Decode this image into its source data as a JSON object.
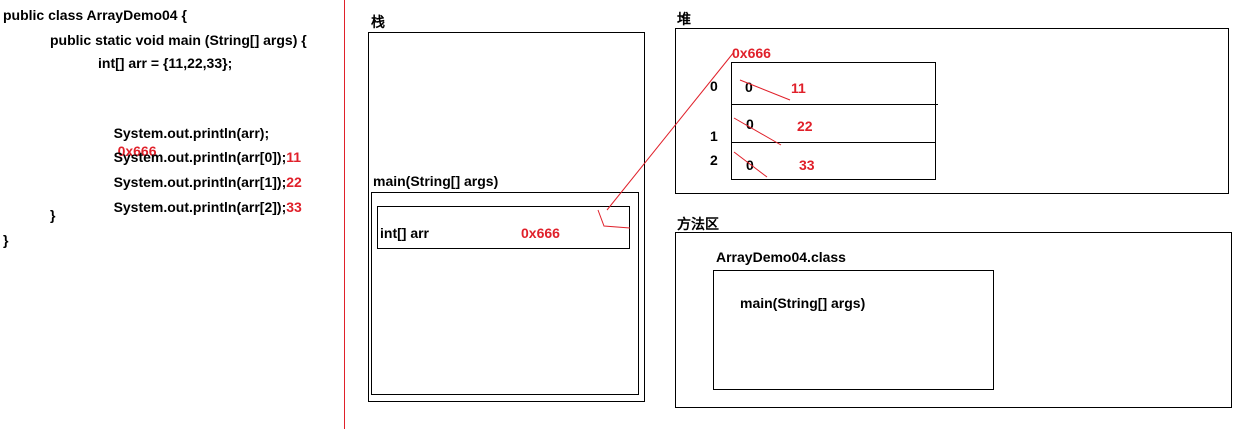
{
  "code": {
    "line1": "public class ArrayDemo04 {",
    "line2": "public static void main (String[] args) {",
    "line3": "int[] arr = {11,22,33};",
    "line4": "System.out.println(arr);",
    "line4_note": "0x666",
    "line5": "System.out.println(arr[0]);",
    "line5_note": "11",
    "line6": "System.out.println(arr[1]);",
    "line6_note": "22",
    "line7": "System.out.println(arr[2]);",
    "line7_note": "33",
    "close_method": "}",
    "close_class": "}"
  },
  "stack": {
    "title": "栈",
    "frame_label": "main(String[] args)",
    "var_name": "int[] arr",
    "var_value": "0x666"
  },
  "heap": {
    "title": "堆",
    "address": "0x666",
    "cells": [
      {
        "index": "0",
        "default": "0",
        "value": "11"
      },
      {
        "index": "1",
        "default": "0",
        "value": "22"
      },
      {
        "index": "2",
        "default": "0",
        "value": "33"
      }
    ]
  },
  "method_area": {
    "title": "方法区",
    "class_label": "ArrayDemo04.class",
    "method_label": "main(String[] args)"
  },
  "colors": {
    "annotation": "#e0202a",
    "divider": "#e0202a"
  }
}
